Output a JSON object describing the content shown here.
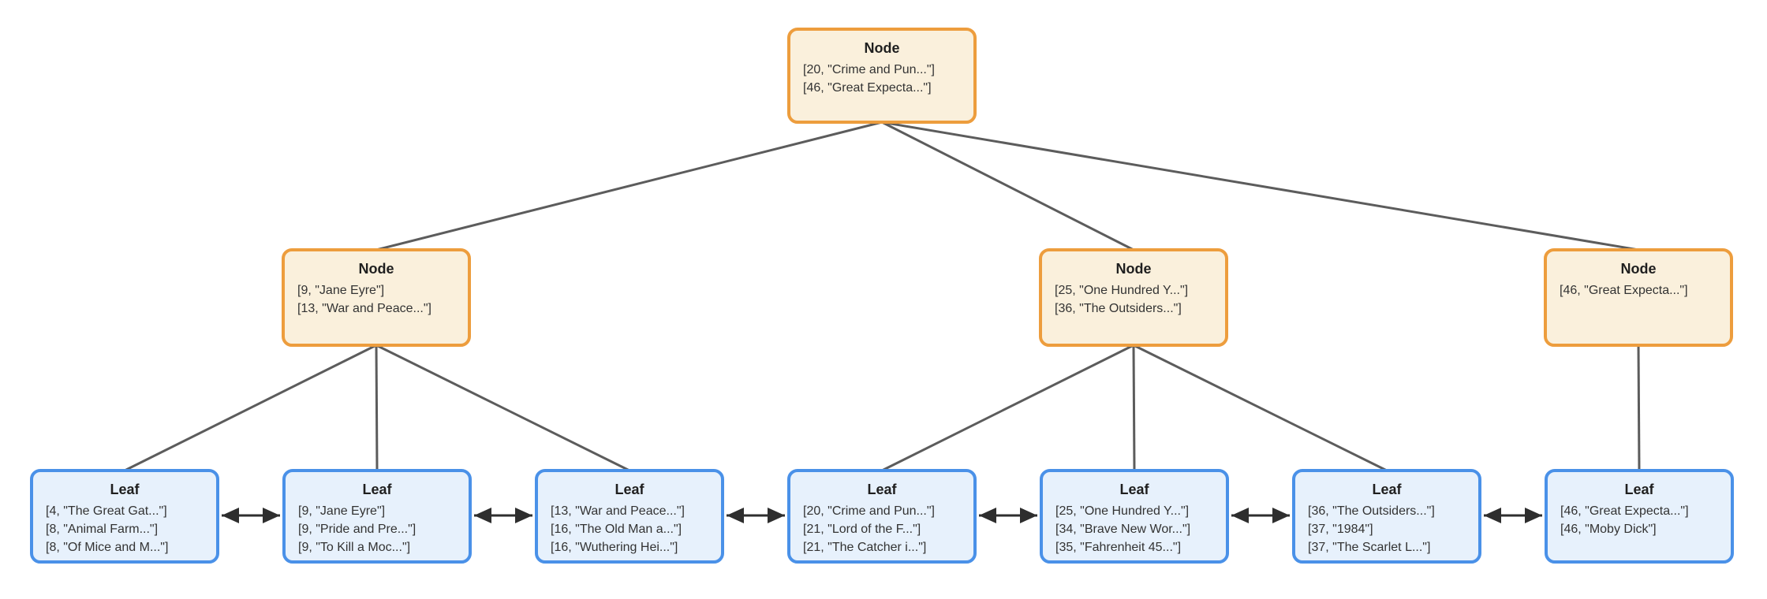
{
  "diagram": {
    "type": "b-plus-tree",
    "colors": {
      "background": "#ffffff",
      "node_fill": "#faf0dc",
      "node_border": "#ed9d3d",
      "leaf_fill": "#e7f1fc",
      "leaf_border": "#4a91e8",
      "edge_line": "#5c5c5c",
      "leaf_arrow": "#2e2e2e",
      "title_text": "#1f1f1f",
      "entry_text": "#333333"
    },
    "tree": {
      "root": {
        "title": "Node",
        "entries": [
          "[20, \"Crime and Pun...\"]",
          "[46, \"Great Expecta...\"]"
        ]
      },
      "internal": [
        {
          "title": "Node",
          "entries": [
            "[9, \"Jane Eyre\"]",
            "[13, \"War and Peace...\"]"
          ]
        },
        {
          "title": "Node",
          "entries": [
            "[25, \"One Hundred Y...\"]",
            "[36, \"The Outsiders...\"]"
          ]
        },
        {
          "title": "Node",
          "entries": [
            "[46, \"Great Expecta...\"]"
          ]
        }
      ],
      "leaves": [
        {
          "title": "Leaf",
          "entries": [
            "[4, \"The Great Gat...\"]",
            "[8, \"Animal Farm...\"]",
            "[8, \"Of Mice and M...\"]"
          ]
        },
        {
          "title": "Leaf",
          "entries": [
            "[9, \"Jane Eyre\"]",
            "[9, \"Pride and Pre...\"]",
            "[9, \"To Kill a Moc...\"]"
          ]
        },
        {
          "title": "Leaf",
          "entries": [
            "[13, \"War and Peace...\"]",
            "[16, \"The Old Man a...\"]",
            "[16, \"Wuthering Hei...\"]"
          ]
        },
        {
          "title": "Leaf",
          "entries": [
            "[20, \"Crime and Pun...\"]",
            "[21, \"Lord of the F...\"]",
            "[21, \"The Catcher i...\"]"
          ]
        },
        {
          "title": "Leaf",
          "entries": [
            "[25, \"One Hundred Y...\"]",
            "[34, \"Brave New Wor...\"]",
            "[35, \"Fahrenheit 45...\"]"
          ]
        },
        {
          "title": "Leaf",
          "entries": [
            "[36, \"The Outsiders...\"]",
            "[37, \"1984\"]",
            "[37, \"The Scarlet L...\"]"
          ]
        },
        {
          "title": "Leaf",
          "entries": [
            "[46, \"Great Expecta...\"]",
            "[46, \"Moby Dick\"]"
          ]
        }
      ]
    }
  }
}
